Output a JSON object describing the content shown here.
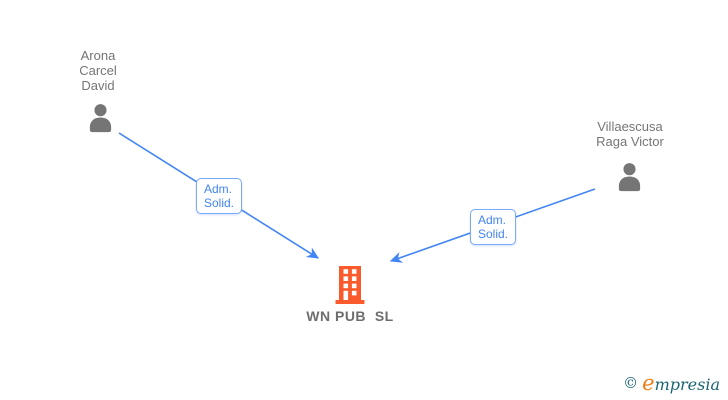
{
  "diagram": {
    "nodes": {
      "person1": {
        "type": "person",
        "name_lines": [
          "Arona",
          "Carcel",
          "David"
        ]
      },
      "person2": {
        "type": "person",
        "name_lines": [
          "Villaescusa",
          "Raga Victor"
        ]
      },
      "company": {
        "type": "company",
        "name": "WN PUB  SL"
      }
    },
    "edges": [
      {
        "from": "person1",
        "to": "company",
        "label_lines": [
          "Adm.",
          "Solid."
        ]
      },
      {
        "from": "person2",
        "to": "company",
        "label_lines": [
          "Adm.",
          "Solid."
        ]
      }
    ]
  },
  "watermark": {
    "copyright": "©",
    "brand_e": "e",
    "brand_rest": "mpresia"
  },
  "colors": {
    "arrow": "#4285f4",
    "edge_label_border": "#7baaf7",
    "edge_label_text": "#4285f4",
    "person_icon": "#757575",
    "name_text": "#757575",
    "company_icon": "#fa5a2c",
    "company_text": "#6d6d6d",
    "watermark_teal": "#1a6572",
    "watermark_orange": "#f07c12"
  }
}
